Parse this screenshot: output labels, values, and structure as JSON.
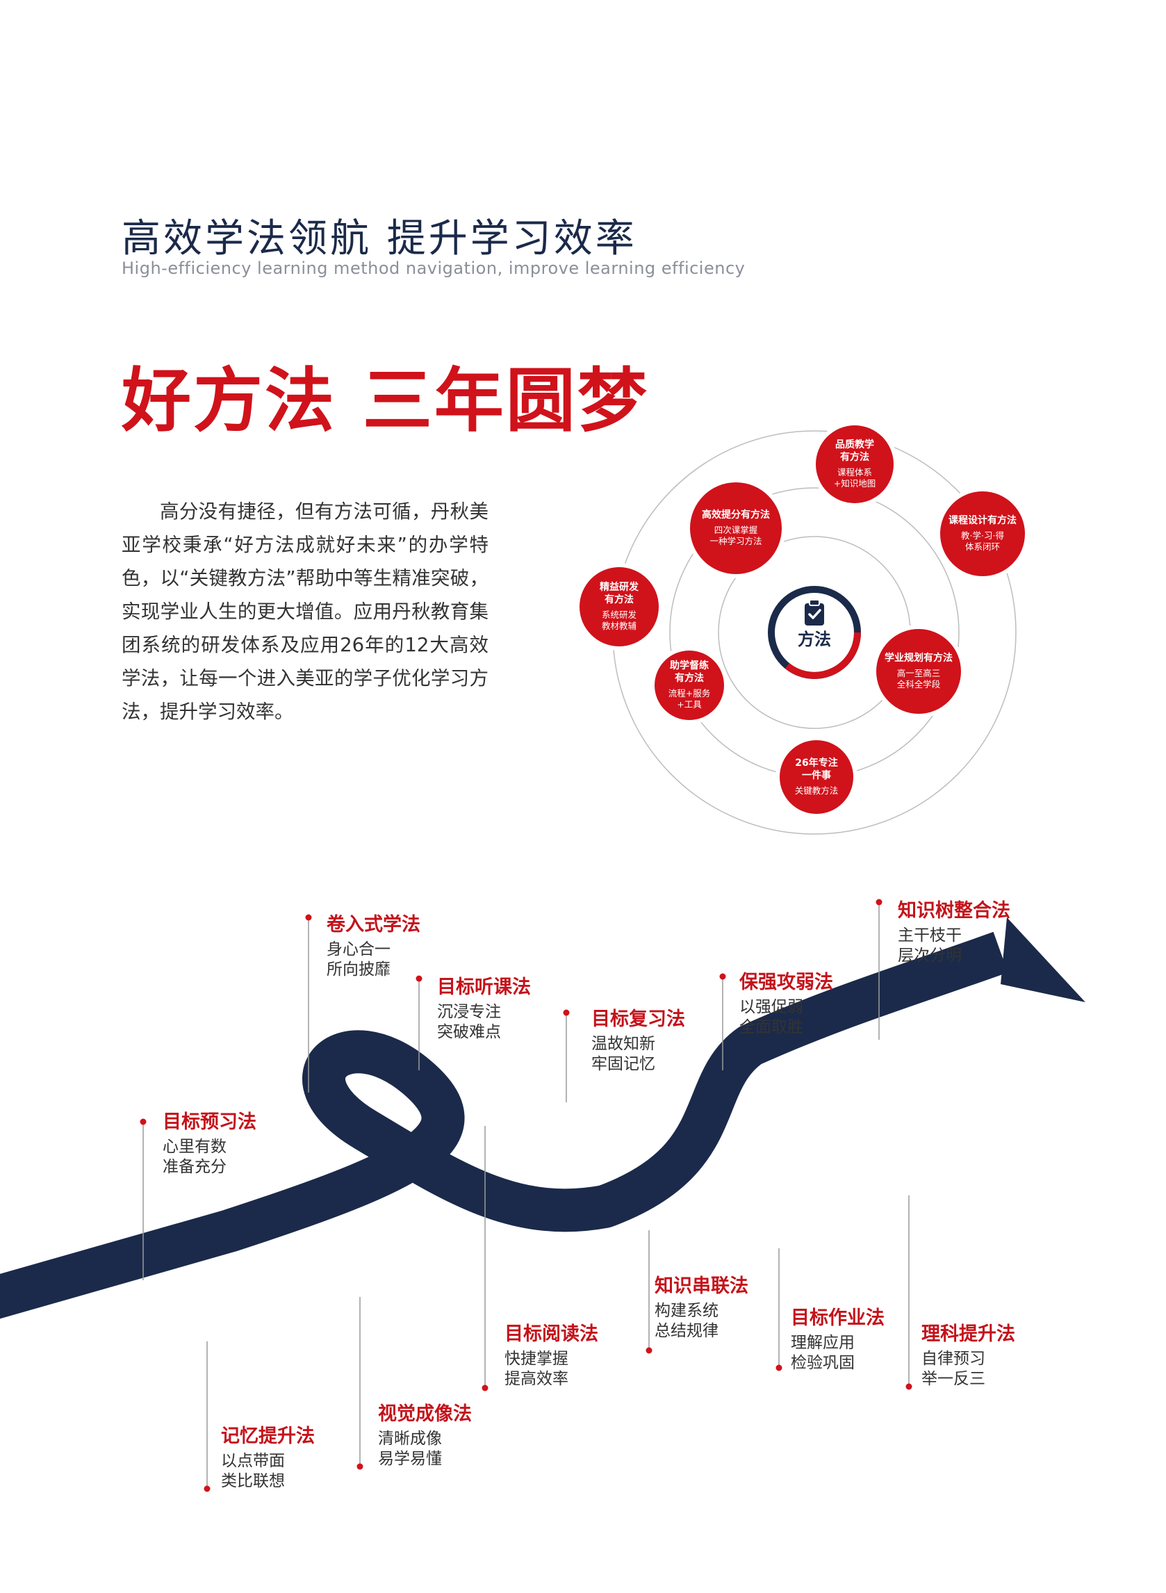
{
  "header": {
    "title_cn": "高效学法领航  提升学习效率",
    "title_en": "High-efficiency learning method navigation, improve learning efficiency"
  },
  "headline": "好方法 三年圆梦",
  "intro": "高分没有捷径，但有方法可循，丹秋美亚学校秉承“好方法成就好未来”的办学特色，以“关键教方法”帮助中等生精准突破，实现学业人生的更大增值。应用丹秋教育集团系统的研发体系及应用26年的12大高效学法，让每一个进入美亚的学子优化学习方法，提升学习效率。",
  "diagram": {
    "center_label": "方法",
    "bubbles": [
      {
        "title": [
          "品质教学",
          "有方法"
        ],
        "sub": [
          "课程体系",
          "+知识地图"
        ]
      },
      {
        "title": [
          "课程设计有方法"
        ],
        "sub": [
          "教·学·习·得",
          "体系闭环"
        ]
      },
      {
        "title": [
          "学业规划有方法"
        ],
        "sub": [
          "高一至高三",
          "全科全学段"
        ]
      },
      {
        "title": [
          "26年专注",
          "一件事"
        ],
        "sub": [
          "关键教方法"
        ]
      },
      {
        "title": [
          "助学督练",
          "有方法"
        ],
        "sub": [
          "流程+服务",
          "+工具"
        ]
      },
      {
        "title": [
          "精益研发",
          "有方法"
        ],
        "sub": [
          "系统研发",
          "教材教辅"
        ]
      },
      {
        "title": [
          "高效提分有方法"
        ],
        "sub": [
          "四次课掌握",
          "一种学习方法"
        ]
      }
    ],
    "colors": {
      "red": "#d0121b",
      "navy": "#1b2a4a"
    }
  },
  "methods": {
    "top": [
      {
        "name": "目标预习法",
        "line1": "心里有数",
        "line2": "准备充分"
      },
      {
        "name": "卷入式学法",
        "line1": "身心合一",
        "line2": "所向披靡"
      },
      {
        "name": "目标听课法",
        "line1": "沉浸专注",
        "line2": "突破难点"
      },
      {
        "name": "目标复习法",
        "line1": "温故知新",
        "line2": "牢固记忆"
      },
      {
        "name": "保强攻弱法",
        "line1": "以强促弱",
        "line2": "全面取胜"
      },
      {
        "name": "知识树整合法",
        "line1": "主干枝干",
        "line2": "层次分明"
      }
    ],
    "bottom": [
      {
        "name": "记忆提升法",
        "line1": "以点带面",
        "line2": "类比联想"
      },
      {
        "name": "视觉成像法",
        "line1": "清晰成像",
        "line2": "易学易懂"
      },
      {
        "name": "目标阅读法",
        "line1": "快捷掌握",
        "line2": "提高效率"
      },
      {
        "name": "知识串联法",
        "line1": "构建系统",
        "line2": "总结规律"
      },
      {
        "name": "目标作业法",
        "line1": "理解应用",
        "line2": "检验巩固"
      },
      {
        "name": "理科提升法",
        "line1": "自律预习",
        "line2": "举一反三"
      }
    ]
  }
}
